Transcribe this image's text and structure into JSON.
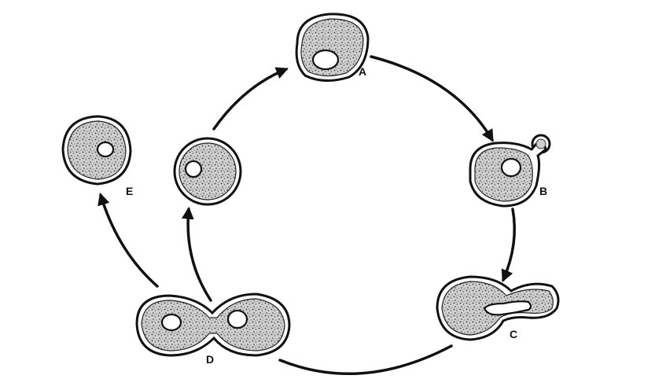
{
  "labels": {
    "a": "A",
    "b": "B",
    "c": "C",
    "d": "D",
    "e": "E"
  }
}
